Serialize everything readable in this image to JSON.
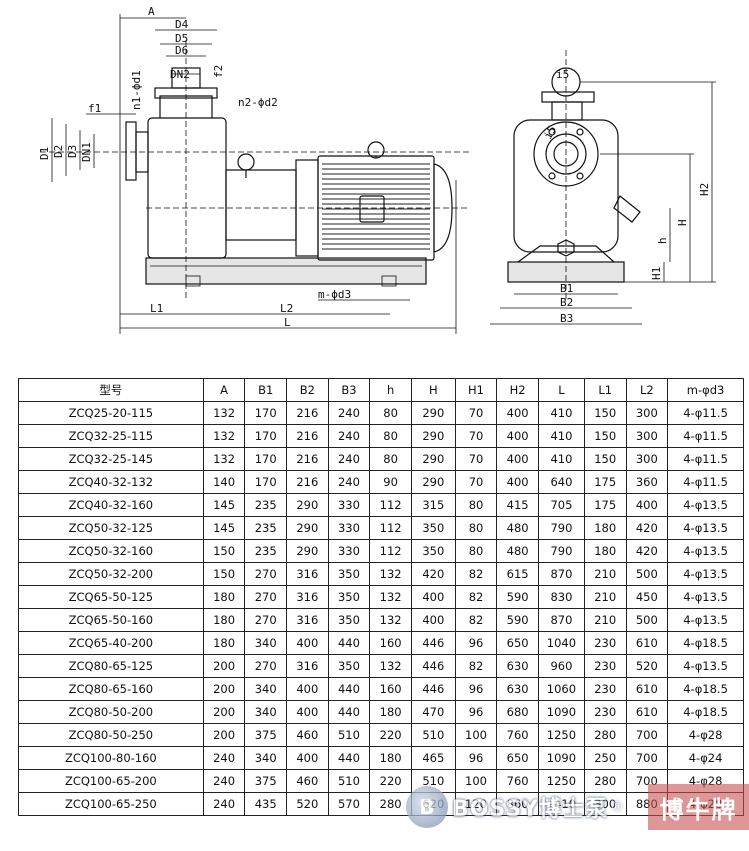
{
  "drawing": {
    "labels": {
      "A": "A",
      "D4": "D4",
      "D5": "D5",
      "D6": "D6",
      "DN2": "DN2",
      "f2": "f2",
      "n1d1": "n1-ϕd1",
      "n2d2": "n2-ϕd2",
      "f1": "f1",
      "D1": "D1",
      "D2": "D2",
      "D3": "D3",
      "DN1": "DN1",
      "mD3": "m-ϕd3",
      "L1": "L1",
      "L2": "L2",
      "L": "L",
      "B1": "B1",
      "B2": "B2",
      "B3": "B3",
      "H": "H",
      "H1": "H1",
      "H2": "H2",
      "h": "h",
      "i15a": "i5",
      "i15b": "i5"
    }
  },
  "table": {
    "headers": [
      "型号",
      "A",
      "B1",
      "B2",
      "B3",
      "h",
      "H",
      "H1",
      "H2",
      "L",
      "L1",
      "L2",
      "m-φd3"
    ],
    "rows": [
      [
        "ZCQ25-20-115",
        "132",
        "170",
        "216",
        "240",
        "80",
        "290",
        "70",
        "400",
        "410",
        "150",
        "300",
        "4-φ11.5"
      ],
      [
        "ZCQ32-25-115",
        "132",
        "170",
        "216",
        "240",
        "80",
        "290",
        "70",
        "400",
        "410",
        "150",
        "300",
        "4-φ11.5"
      ],
      [
        "ZCQ32-25-145",
        "132",
        "170",
        "216",
        "240",
        "80",
        "290",
        "70",
        "400",
        "410",
        "150",
        "300",
        "4-φ11.5"
      ],
      [
        "ZCQ40-32-132",
        "140",
        "170",
        "216",
        "240",
        "90",
        "290",
        "70",
        "400",
        "640",
        "175",
        "360",
        "4-φ11.5"
      ],
      [
        "ZCQ40-32-160",
        "145",
        "235",
        "290",
        "330",
        "112",
        "315",
        "80",
        "415",
        "705",
        "175",
        "400",
        "4-φ13.5"
      ],
      [
        "ZCQ50-32-125",
        "145",
        "235",
        "290",
        "330",
        "112",
        "350",
        "80",
        "480",
        "790",
        "180",
        "420",
        "4-φ13.5"
      ],
      [
        "ZCQ50-32-160",
        "150",
        "235",
        "290",
        "330",
        "112",
        "350",
        "80",
        "480",
        "790",
        "180",
        "420",
        "4-φ13.5"
      ],
      [
        "ZCQ50-32-200",
        "150",
        "270",
        "316",
        "350",
        "132",
        "420",
        "82",
        "615",
        "870",
        "210",
        "500",
        "4-φ13.5"
      ],
      [
        "ZCQ65-50-125",
        "180",
        "270",
        "316",
        "350",
        "132",
        "400",
        "82",
        "590",
        "830",
        "210",
        "450",
        "4-φ13.5"
      ],
      [
        "ZCQ65-50-160",
        "180",
        "270",
        "316",
        "350",
        "132",
        "400",
        "82",
        "590",
        "870",
        "210",
        "500",
        "4-φ13.5"
      ],
      [
        "ZCQ65-40-200",
        "180",
        "340",
        "400",
        "440",
        "160",
        "446",
        "96",
        "650",
        "1040",
        "230",
        "610",
        "4-φ18.5"
      ],
      [
        "ZCQ80-65-125",
        "200",
        "270",
        "316",
        "350",
        "132",
        "446",
        "82",
        "630",
        "960",
        "230",
        "520",
        "4-φ13.5"
      ],
      [
        "ZCQ80-65-160",
        "200",
        "340",
        "400",
        "440",
        "160",
        "446",
        "96",
        "630",
        "1060",
        "230",
        "610",
        "4-φ18.5"
      ],
      [
        "ZCQ80-50-200",
        "200",
        "340",
        "400",
        "440",
        "180",
        "470",
        "96",
        "680",
        "1090",
        "230",
        "610",
        "4-φ18.5"
      ],
      [
        "ZCQ80-50-250",
        "200",
        "375",
        "460",
        "510",
        "220",
        "510",
        "100",
        "760",
        "1250",
        "280",
        "700",
        "4-φ28"
      ],
      [
        "ZCQ100-80-160",
        "240",
        "340",
        "400",
        "440",
        "180",
        "465",
        "96",
        "650",
        "1090",
        "250",
        "700",
        "4-φ24"
      ],
      [
        "ZCQ100-65-200",
        "240",
        "375",
        "460",
        "510",
        "220",
        "510",
        "100",
        "760",
        "1250",
        "280",
        "700",
        "4-φ28"
      ],
      [
        "ZCQ100-65-250",
        "240",
        "435",
        "520",
        "570",
        "280",
        "620",
        "120",
        "860",
        "1410",
        "300",
        "880",
        "4-φ28"
      ]
    ]
  },
  "watermark": {
    "brand": "BOSSY博士泵",
    "reg": "®",
    "logo_char": "B",
    "right_text": "博牛牌",
    "colors": {
      "right_bg": "#c85050",
      "left_glow": "#4a5f80"
    }
  }
}
